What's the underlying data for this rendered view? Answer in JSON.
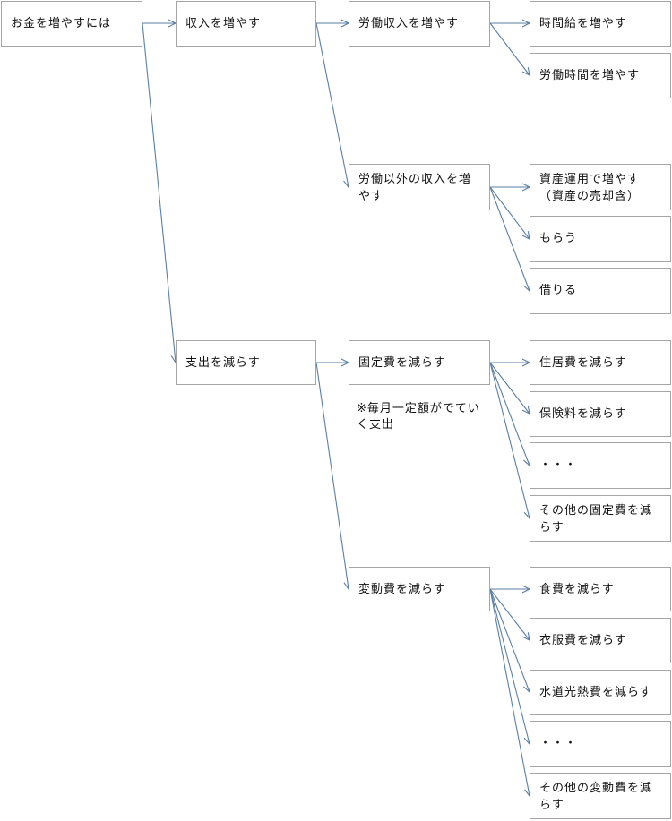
{
  "colors": {
    "arrow": "#5a7fa6",
    "border": "#a6a6a6"
  },
  "nodes": {
    "root": "お金を増やすには",
    "income": "収入を増やす",
    "labor_income": "労働収入を増やす",
    "hourly_wage": "時間給を増やす",
    "work_hours": "労働時間を増やす",
    "non_labor_income": "労働以外の収入を増やす",
    "asset_management": "資産運用で増やす（資産の売却含）",
    "receive": "もらう",
    "borrow": "借りる",
    "expense": "支出を減らす",
    "fixed_cost": "固定費を減らす",
    "fixed_cost_note": "※毎月一定額がでていく支出",
    "housing": "住居費を減らす",
    "insurance": "保険料を減らす",
    "fixed_ellipsis": "・・・",
    "other_fixed": "その他の固定費を減らす",
    "variable_cost": "変動費を減らす",
    "food": "食費を減らす",
    "clothing": "衣服費を減らす",
    "utilities": "水道光熱費を減らす",
    "variable_ellipsis": "・・・",
    "other_variable": "その他の変動費を減らす"
  }
}
